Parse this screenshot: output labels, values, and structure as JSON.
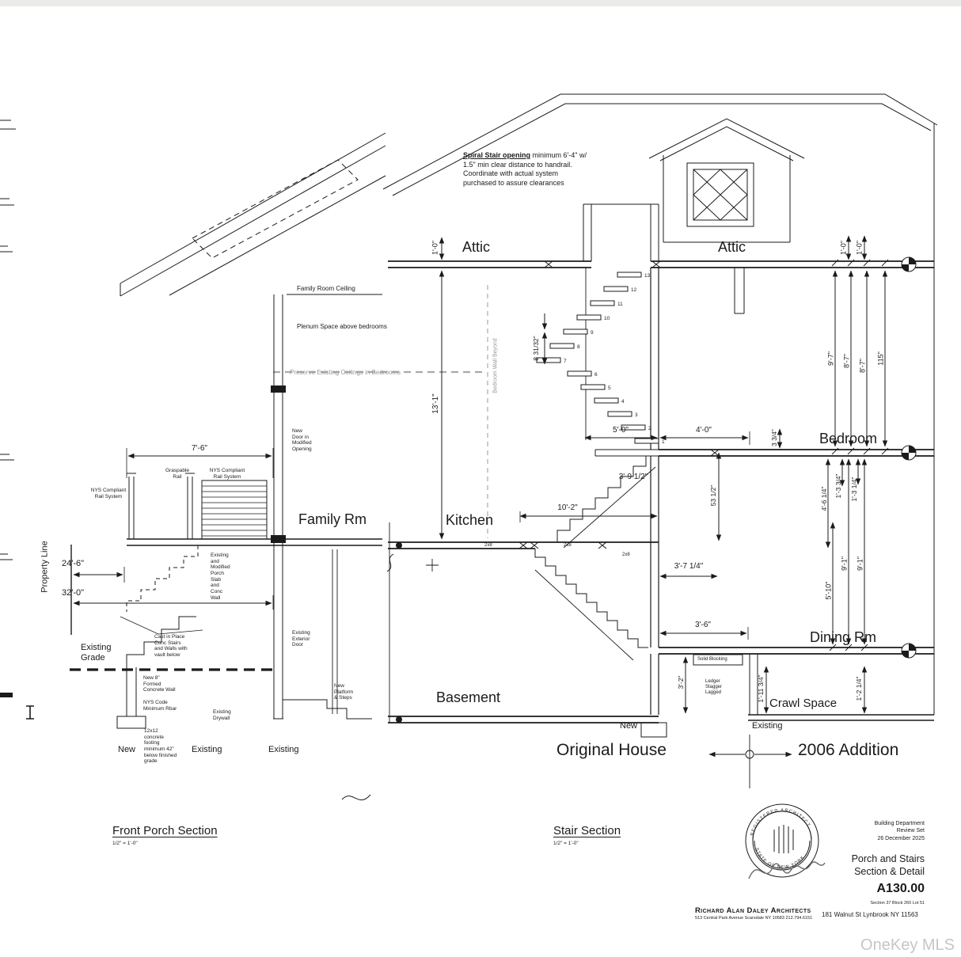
{
  "watermark": "OneKey MLS",
  "front_porch": {
    "title": "Front Porch Section",
    "scale": "1/2\" = 1'-0\"",
    "dims": {
      "rail": "7'-6\"",
      "d246": "24'-6\"",
      "d320": "32'-0\""
    },
    "labels": {
      "property_line": "Property Line",
      "existing_grade": "Existing\nGrade",
      "family_room_ceiling": "Family Room Ceiling",
      "plenum": "Plenum Space above bedrooms",
      "preserve_ceilings": "Preserve Existing Ceilings in Bedrooms",
      "family_rm": "Family Rm",
      "graspable_rail": "Graspable\nRail",
      "nys_rail_right": "NYS Compliant\nRail System",
      "nys_rail_left": "NYS Compliant\nRail System",
      "new_door": "New\nDoor in\nModified\nOpening",
      "porch_slab": "Existing\nand\nModified\nPorch\nSlab\nand\nConc\nWall",
      "cast_stairs": "Cast in Place\nConc Stairs\nand Walls with\nvault below",
      "formed_wall": "New 8\"\nFormed\nConcrete Wall",
      "rebar": "NYS Code\nMinimum Rbar",
      "footing": "12x12\nconcrete\nfooting\nminimum 42\"\nbelow finished\ngrade",
      "existing_drywall": "Existing\nDrywall",
      "exterior_door": "Existing\nExterior\nDoor",
      "platform": "New\nPlatform\n& Steps",
      "new_label": "New",
      "existing_label_1": "Existing",
      "existing_label_2": "Existing"
    }
  },
  "stair": {
    "title": "Stair Section",
    "scale": "1/2\" = 1'-0\"",
    "note_bold": "Spiral Stair opening",
    "note_rest": " minimum 6'-4\" w/ 1.5\" min clear distance to handrail.  Coordinate with actual system purchased to assure clearances",
    "rooms": {
      "attic_left": "Attic",
      "attic_right": "Attic",
      "bedroom": "Bedroom",
      "kitchen": "Kitchen",
      "dining": "Dining Rm",
      "basement": "Basement",
      "crawl": "Crawl Space"
    },
    "tread_numbers": [
      "13",
      "12",
      "11",
      "10",
      "9",
      "8",
      "7",
      "6",
      "5",
      "4",
      "3",
      "2",
      "1"
    ],
    "dims": {
      "one_foot_l": "1'-0\"",
      "one_foot_r1": "1'-0\"",
      "one_foot_r2": "1'-0\"",
      "thirteen_one": "13'-1\"",
      "eight_frac": "8 31/32\"",
      "five_zero": "5'-0\"",
      "four_zero": "4'-0\"",
      "three_quarter": "3 3/4\"",
      "three_nine_half": "3'-9 1/2\"",
      "ten_two": "10'-2\"",
      "fifty_three_half": "53 1/2\"",
      "nine_seven": "9'-7\"",
      "eight_seven_a": "8'-7\"",
      "eight_seven_b": "8'-7\"",
      "one_fifteen": "115\"",
      "four_six_q": "4'-6 1/4\"",
      "one_three_tq": "1'-3 3/4\"",
      "one_three_q": "1'-3 1/4\"",
      "nine_one_a": "9'-1\"",
      "nine_one_b": "9'-1\"",
      "five_ten": "5'-10\"",
      "three_seven_q": "3'-7 1/4\"",
      "three_six": "3'-6\"",
      "three_two": "3'-2\"",
      "one_eleven_tq": "1'-11 3/4\"",
      "one_two_q": "1'-2 1/4\""
    },
    "labels": {
      "bedroom_wall_beyond": "Bedroom Wall Beyond",
      "solid_blocking": "Solid Blocking",
      "ledger": "Ledger\nStagger\nLagged",
      "joist_a": "2x8",
      "joist_b": "2x8",
      "joist_c": "2x8",
      "new_label": "New",
      "existing_label": "Existing",
      "original_house": "Original House",
      "addition": "2006 Addition"
    }
  },
  "titleblock": {
    "review_set": "Building Department\nReview Set\n26 December 2025",
    "sheet_title_1": "Porch and Stairs",
    "sheet_title_2": "Section & Detail",
    "sheet_number": "A130.00",
    "lot_info": "Section 37   Block 260   Lot 51",
    "firm_name": "Richard Alan Daley  Architects",
    "firm_address": "513 Central Park Avenue   Scarsdale NY 10583    212.794.6151",
    "project_address": "181 Walnut St Lynbrook NY  11563",
    "seal_top": "REGISTERED ARCHITECT",
    "seal_bottom": "STATE OF NEW YORK"
  }
}
